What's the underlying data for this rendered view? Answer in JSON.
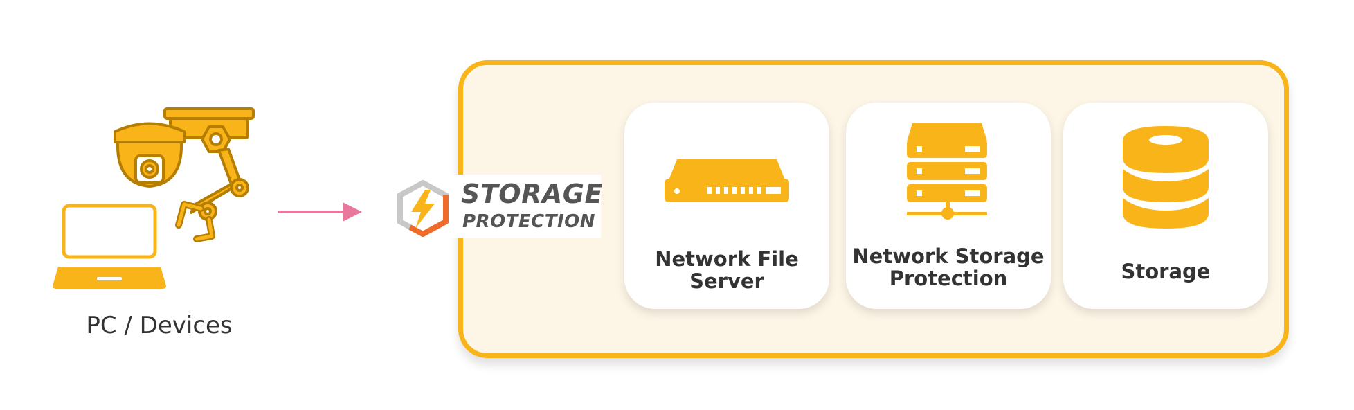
{
  "source": {
    "label": "PC / Devices",
    "icons": [
      "laptop-icon",
      "dome-camera-icon",
      "robot-arm-icon"
    ]
  },
  "logo": {
    "line1": "STORAGE",
    "line2": "PROTECTION",
    "mark_icon": "storage-protection-logo-icon"
  },
  "targets": [
    {
      "icon": "network-switch-icon",
      "line1": "Network File",
      "line2": "Server"
    },
    {
      "icon": "server-rack-icon",
      "line1": "Network Storage",
      "line2": "Protection"
    },
    {
      "icon": "database-icon",
      "line1": "Storage",
      "line2": ""
    }
  ],
  "colors": {
    "accent": "#f8b418",
    "container_fill": "#fdf6e7",
    "arrow": "#e8799c",
    "text": "#333333",
    "logo_text": "#555555"
  }
}
